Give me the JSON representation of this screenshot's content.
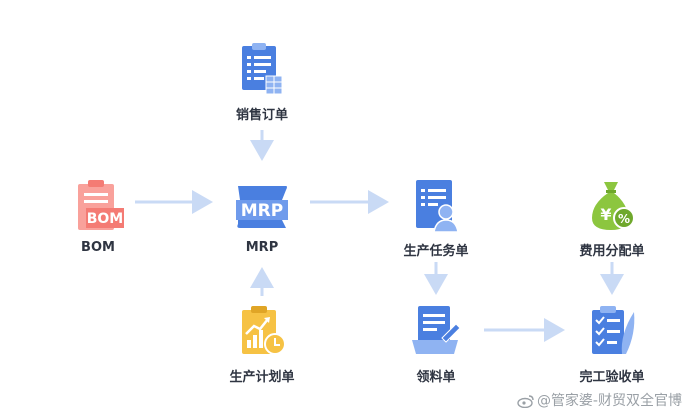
{
  "nodes": {
    "sales_order": "销售订单",
    "bom": "BOM",
    "mrp": "MRP",
    "production_task": "生产任务单",
    "cost_allocation": "费用分配单",
    "production_plan": "生产计划单",
    "material_requisition": "领料单",
    "completion_inspection": "完工验收单"
  },
  "icon_text": {
    "bom_badge": "BOM",
    "mrp_logo": "MRP",
    "yen": "¥",
    "percent": "%"
  },
  "watermark": "@管家婆-财贸双全官博",
  "colors": {
    "arrow": "#c9daf5",
    "blue": "#4a7fe0",
    "blue_light": "#8fb3f2",
    "red": "#f47b74",
    "green": "#8cc63f",
    "yellow": "#f6c244",
    "label": "#2f3542"
  }
}
